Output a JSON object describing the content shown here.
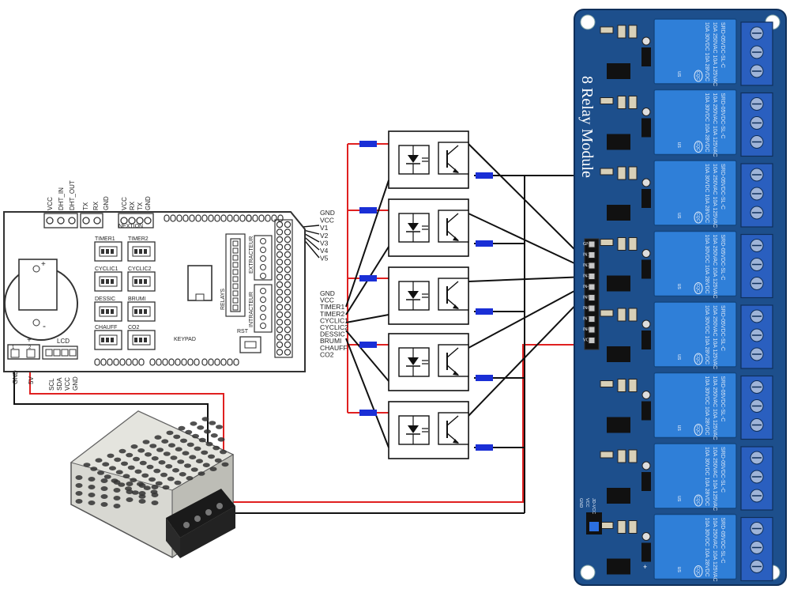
{
  "colors": {
    "wire_red": "#e02020",
    "wire_black": "#111111",
    "connector_blue": "#1a2fd6",
    "relay_board": "#1d4f8c",
    "relay_body": "#2f7fd8",
    "terminal_blue": "#2a5fbf",
    "pcb_outline": "#333333",
    "psu_metal": "#cfcfc8"
  },
  "top_header_labels": [
    "VCC",
    "DHT_IN",
    "DHT_OUT",
    "TX",
    "RX",
    "GND",
    "VCC",
    "RX",
    "TX",
    "GND"
  ],
  "board_labels": {
    "nextion": "NEXTION",
    "timer1": "TIMER1",
    "timer2": "TIMER2",
    "cyclic1": "CYCLIC1",
    "cyclic2": "CYCLIC2",
    "dessic": "DESSIC",
    "brumi": "BRUMI",
    "chauff": "CHAUFF",
    "co2": "CO2",
    "relays": "RELAYS",
    "extracteur": "EXTRACTEUR",
    "intracteur": "INTRACTEUR",
    "keypad": "KEYPAD",
    "rst": "RST",
    "lcd": "LCD",
    "plus": "+",
    "minus": "-"
  },
  "power_in_labels": [
    "GND",
    "5V"
  ],
  "power_terminal_numbers": [
    "1",
    "2"
  ],
  "lcd_pin_labels": [
    "SCL",
    "SDA",
    "VCC",
    "GND"
  ],
  "right_group1": [
    "GND",
    "VCC",
    "V1",
    "V2",
    "V3",
    "V4",
    "V5"
  ],
  "right_group2": [
    "GND",
    "VCC",
    "TIMER1",
    "TIMER2",
    "CYCLIC1",
    "CYCLIC2",
    "DESSIC",
    "BRUMI",
    "CHAUFF",
    "CO2"
  ],
  "relay_module": {
    "title": "8 Relay Module",
    "relay_lines": [
      "SRD-05VDC-SL-C",
      "10A 250VAC  10A 125VAC",
      "10A 30VDC  10A 28VDC"
    ],
    "relay_brand": "CQC",
    "relay_ul": "us",
    "pin_labels": [
      "GND",
      "IN1",
      "IN2",
      "IN3",
      "IN4",
      "IN5",
      "IN6",
      "IN7",
      "IN8",
      "VCC"
    ],
    "jumper_labels": [
      "GND",
      "VCC",
      "JD-VCC"
    ],
    "plus": "+",
    "minus": "-"
  }
}
